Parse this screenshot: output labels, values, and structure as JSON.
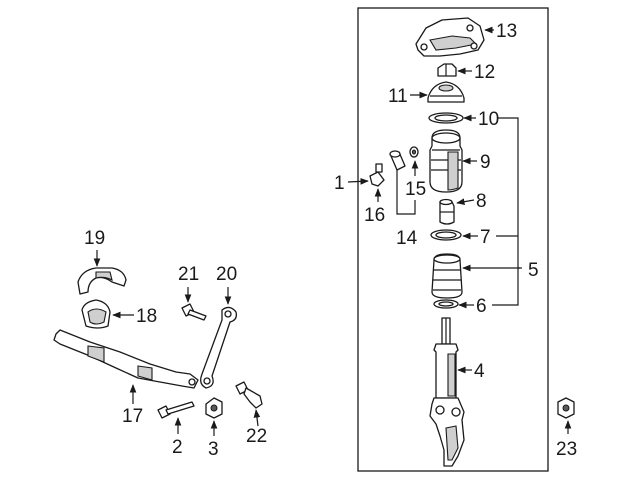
{
  "callouts": {
    "c1": "1",
    "c2": "2",
    "c3": "3",
    "c4": "4",
    "c5": "5",
    "c6": "6",
    "c7": "7",
    "c8": "8",
    "c9": "9",
    "c10": "10",
    "c11": "11",
    "c12": "12",
    "c13": "13",
    "c14": "14",
    "c15": "15",
    "c16": "16",
    "c17": "17",
    "c18": "18",
    "c19": "19",
    "c20": "20",
    "c21": "21",
    "c22": "22",
    "c23": "23"
  },
  "colors": {
    "line": "#1a1a1a",
    "shade": "#cfcfcf",
    "background": "#ffffff"
  }
}
